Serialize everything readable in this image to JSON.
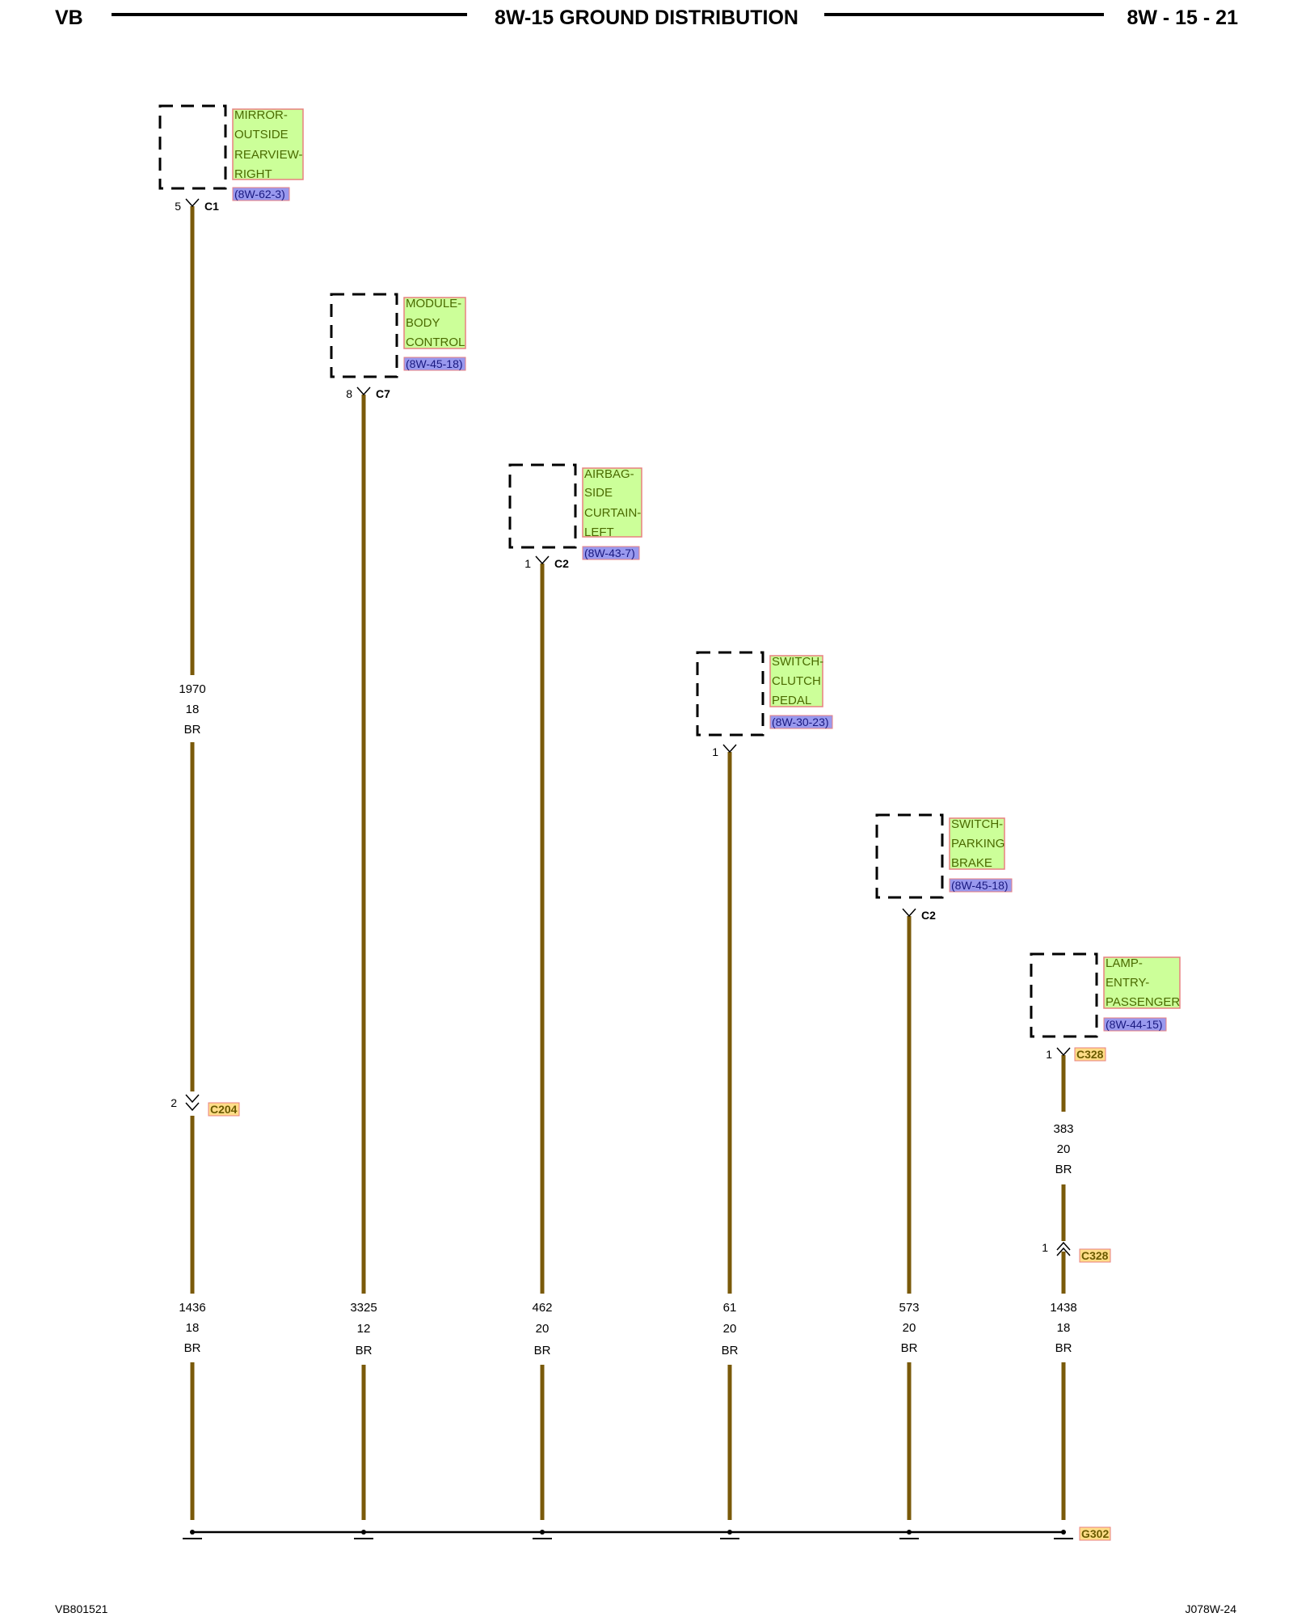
{
  "header": {
    "left": "VB",
    "title": "8W-15 GROUND DISTRIBUTION",
    "page": "8W - 15 - 21"
  },
  "footer": {
    "left": "VB801521",
    "right": "J078W-24"
  },
  "colors": {
    "wire": "#7a5a0a",
    "label_bg": "#ccff99",
    "label_border": "#e88080",
    "ref_bg": "#9999ee",
    "highlight_bg": "#ffdd88"
  },
  "components": [
    {
      "name": [
        "MIRROR-",
        "OUTSIDE",
        "REARVIEW-",
        "RIGHT"
      ],
      "ref": "(8W-62-3)",
      "pin": "5",
      "connector": "C1"
    },
    {
      "name": [
        "MODULE-",
        "BODY",
        "CONTROL"
      ],
      "ref": "(8W-45-18)",
      "pin": "8",
      "connector": "C7"
    },
    {
      "name": [
        "AIRBAG-",
        "SIDE",
        "CURTAIN-",
        "LEFT"
      ],
      "ref": "(8W-43-7)",
      "pin": "1",
      "connector": "C2"
    },
    {
      "name": [
        "SWITCH-",
        "CLUTCH",
        "PEDAL"
      ],
      "ref": "(8W-30-23)",
      "pin": "1",
      "connector": ""
    },
    {
      "name": [
        "SWITCH-",
        "PARKING",
        "BRAKE"
      ],
      "ref": "(8W-45-18)",
      "pin": "",
      "connector": "C2"
    },
    {
      "name": [
        "LAMP-",
        "ENTRY-",
        "PASSENGER"
      ],
      "ref": "(8W-44-15)",
      "pin": "1",
      "connector": "C328"
    }
  ],
  "upper_wires": [
    {
      "circuit": "1970",
      "gauge": "18",
      "color": "BR"
    },
    {
      "circuit": "383",
      "gauge": "20",
      "color": "BR"
    }
  ],
  "inline_connectors": [
    {
      "pin": "2",
      "name": "C204"
    },
    {
      "pin": "1",
      "name": "C328"
    }
  ],
  "lower_wires": [
    {
      "circuit": "1436",
      "gauge": "18",
      "color": "BR"
    },
    {
      "circuit": "3325",
      "gauge": "12",
      "color": "BR"
    },
    {
      "circuit": "462",
      "gauge": "20",
      "color": "BR"
    },
    {
      "circuit": "61",
      "gauge": "20",
      "color": "BR"
    },
    {
      "circuit": "573",
      "gauge": "20",
      "color": "BR"
    },
    {
      "circuit": "1438",
      "gauge": "18",
      "color": "BR"
    }
  ],
  "ground": {
    "name": "G302"
  }
}
